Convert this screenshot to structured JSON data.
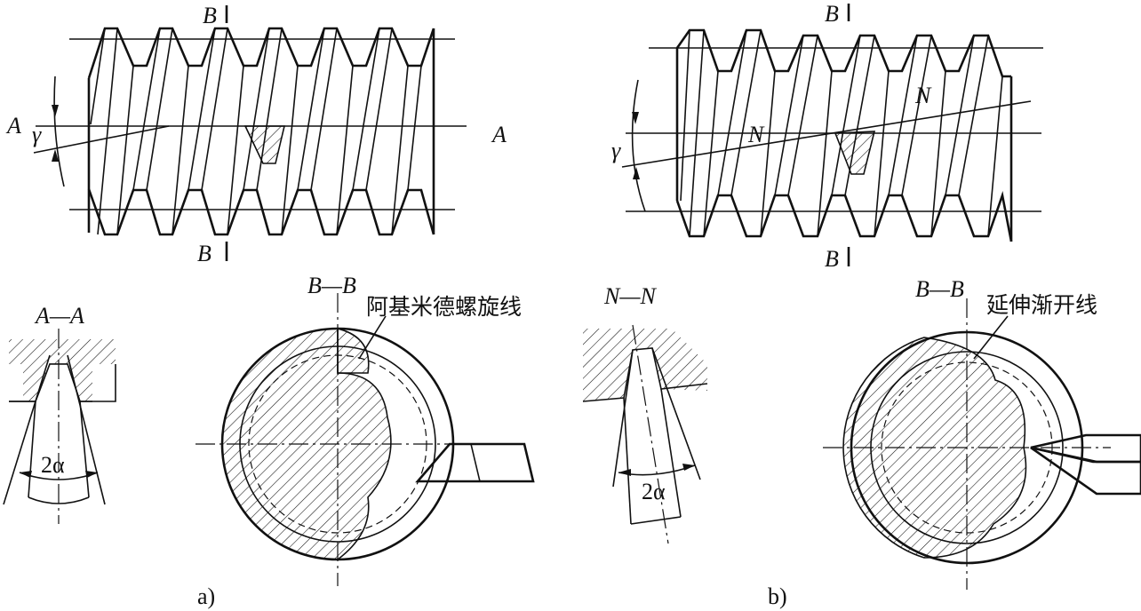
{
  "figure": {
    "part_a": {
      "caption": "a)",
      "section_a": "A",
      "section_a_right": "A",
      "section_b_top": "B",
      "section_b_bottom": "B",
      "gamma": "γ",
      "aa_title": "A—A",
      "angle": "2α",
      "bb_title": "B—B",
      "curve_label": "阿基米德螺旋线"
    },
    "part_b": {
      "caption": "b)",
      "section_b_top": "B",
      "section_b_bottom": "B",
      "section_n_left": "N",
      "section_n_right": "N",
      "gamma": "γ",
      "nn_title": "N—N",
      "angle": "2α",
      "bb_title": "B—B",
      "curve_label": "延伸渐开线"
    }
  }
}
